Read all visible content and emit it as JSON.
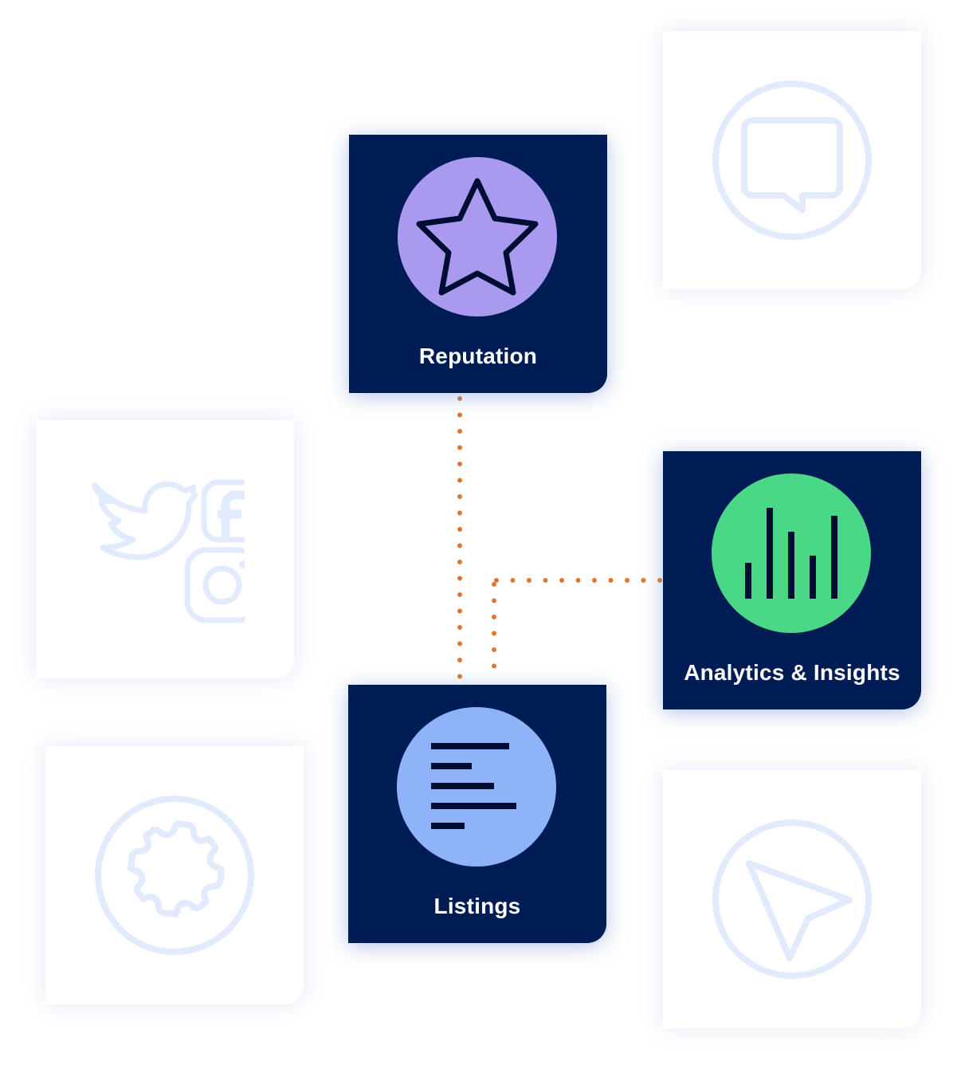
{
  "colors": {
    "card_active_bg": "#001c54",
    "ghost_icon": "#e1ebfd",
    "connector": "#e0762f",
    "label_text": "#ffffff",
    "icon_dark": "#000d33"
  },
  "cards": {
    "reputation": {
      "label": "Reputation",
      "icon": "star-icon",
      "circle_color": "#a99af0",
      "active": true
    },
    "analytics": {
      "label": "Analytics & Insights",
      "icon": "bar-chart-icon",
      "circle_color": "#4bd886",
      "active": true
    },
    "listings": {
      "label": "Listings",
      "icon": "list-lines-icon",
      "circle_color": "#8eb3f8",
      "active": true
    },
    "messaging": {
      "icon": "chat-bubble-icon",
      "active": false
    },
    "social": {
      "icons": [
        "twitter-icon",
        "facebook-icon",
        "instagram-icon"
      ],
      "active": false
    },
    "settings": {
      "icon": "gear-icon",
      "active": false
    },
    "navigation": {
      "icon": "navigation-arrow-icon",
      "active": false
    }
  },
  "connections": [
    {
      "from": "reputation",
      "to": "listings",
      "style": "dotted"
    },
    {
      "from": "analytics",
      "to": "listings",
      "style": "dotted"
    }
  ]
}
